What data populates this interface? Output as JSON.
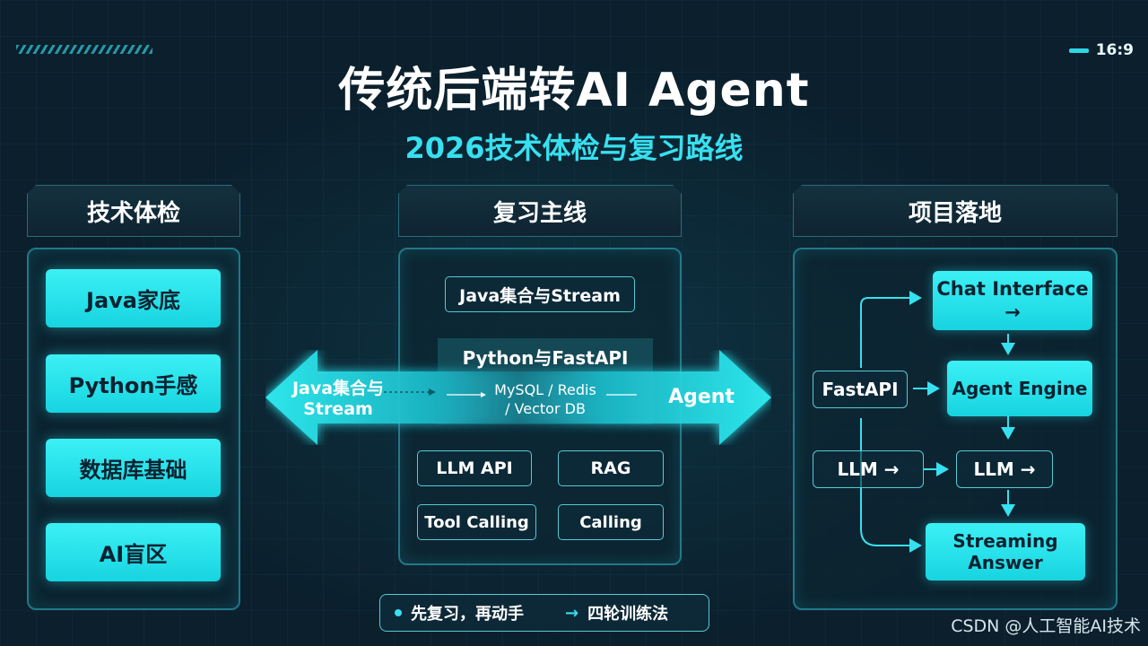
{
  "header": {
    "ratio_label": "16:9",
    "title": "传统后端转AI Agent",
    "subtitle": "2026技术体检与复习路线"
  },
  "columns": {
    "left": {
      "heading": "技术体检",
      "items": [
        "Java家底",
        "Python手感",
        "数据库基础",
        "AI盲区"
      ]
    },
    "middle": {
      "heading": "复习主线",
      "top_box": "Java集合与Stream",
      "band_label": "Python与FastAPI",
      "center_text_line1": "MySQL / Redis",
      "center_text_line2": "/ Vector DB",
      "grid": [
        "LLM API",
        "RAG",
        "Tool Calling",
        "Calling"
      ]
    },
    "right": {
      "heading": "项目落地",
      "nodes": {
        "chat": "Chat Interface →",
        "fastapi": "FastAPI",
        "engine": "Agent Engine",
        "llm_left": "LLM →",
        "llm_right": "LLM →",
        "streaming": "Streaming Answer"
      }
    }
  },
  "big_arrow": {
    "left_line1": "Java集合与",
    "left_line2": "Stream",
    "right_label": "Agent"
  },
  "footer": {
    "left": "先复习，再动手",
    "arrow": "→",
    "right": "四轮训练法"
  },
  "watermark": "CSDN @人工智能AI技术",
  "colors": {
    "accent": "#37e0ef",
    "fill": "#1fdbe6",
    "background": "#0b1f2c"
  }
}
